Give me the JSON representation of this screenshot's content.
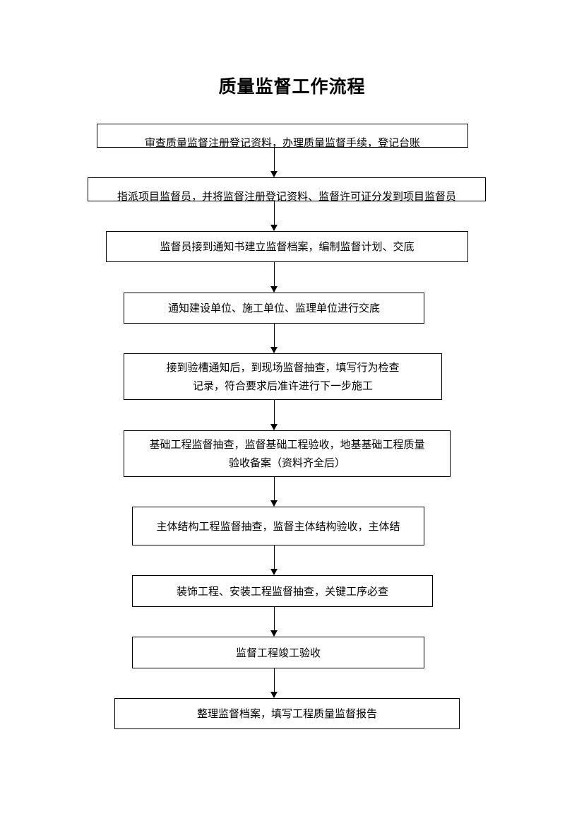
{
  "title": "质量监督工作流程",
  "steps": [
    {
      "text": "审查质量监督注册登记资料，办理质量监督手续，登记台账"
    },
    {
      "text": "指派项目监督员，并将监督注册登记资料、监督许可证分发到项目监督员"
    },
    {
      "text": "监督员接到通知书建立监督档案，编制监督计划、交底"
    },
    {
      "text": "通知建设单位、施工单位、监理单位进行交底"
    },
    {
      "line1": "接到验槽通知后，到现场监督抽查，填写行为检查",
      "line2": "记录，符合要求后准许进行下一步施工"
    },
    {
      "line1": "基础工程监督抽查，监督基础工程验收，地基基础工程质量",
      "line2": "验收备案（资料齐全后）"
    },
    {
      "text": "主体结构工程监督抽查，监督主体结构验收，主体结"
    },
    {
      "text": "装饰工程、安装工程监督抽查，关键工序必查"
    },
    {
      "text": "监督工程竣工验收"
    },
    {
      "text": "整理监督档案，填写工程质量监督报告"
    }
  ]
}
